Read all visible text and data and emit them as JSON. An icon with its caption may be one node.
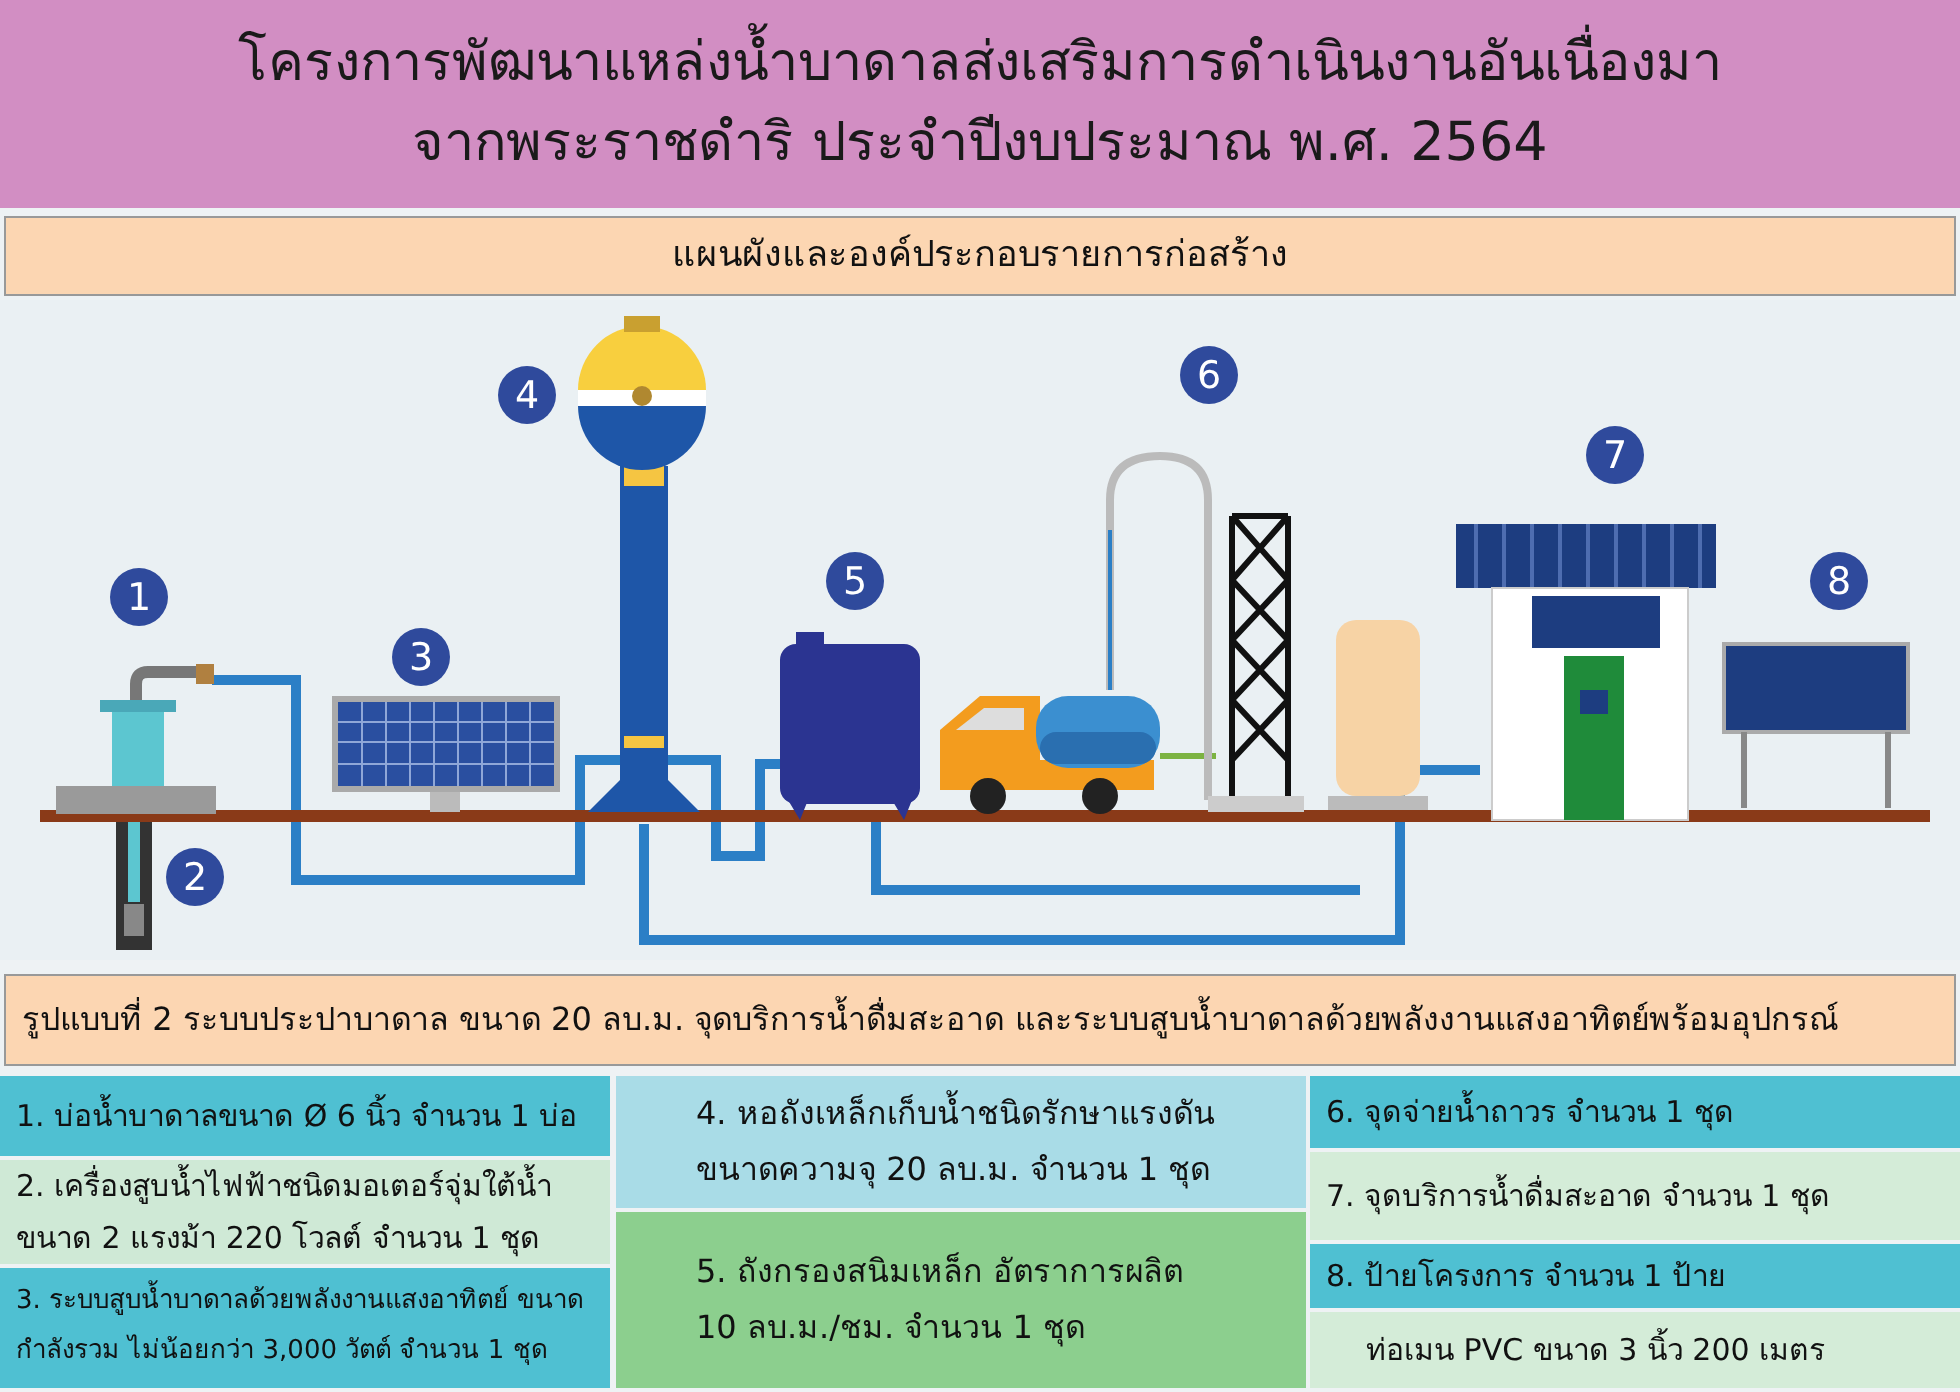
{
  "diagram": {
    "title": "โครงการพัฒนาแหล่งน้ำบาดาลส่งเสริมการดำเนินงานอันเนื่องมาจากพระราชดำริ ประจำปีงบประมาณ พ.ศ. 2564",
    "nodes": [
      {
        "text": [
          "แผนผังและองค์ประกอบรายการก่อสร้าง"
        ]
      },
      {
        "text": [
          "1"
        ]
      },
      {
        "text": [
          "2"
        ]
      },
      {
        "text": [
          "3"
        ]
      },
      {
        "text": [
          "4"
        ]
      },
      {
        "text": [
          "5"
        ]
      },
      {
        "text": [
          "6"
        ]
      },
      {
        "text": [
          "7"
        ]
      },
      {
        "text": [
          "8"
        ]
      },
      {
        "text": [
          "รูปแบบที่ 2 ระบบประปาบาดาล ขนาด 20 ลบ.ม. จุดบริการน้ำดื่มสะอาด และระบบสูบน้ำบาดาลด้วยพลังงานแสงอาทิตย์พร้อมอุปกรณ์"
        ]
      },
      {
        "text": [
          "1. บ่อน้ำบาดาลขนาด Ø 6 นิ้ว จำนวน 1 บ่อ"
        ]
      },
      {
        "text": [
          "2. เครื่องสูบน้ำไฟฟ้าชนิดมอเตอร์จุ่มใต้น้ำ ขนาด 2 แรงม้า 220 โวลต์ จำนวน 1 ชุด"
        ]
      },
      {
        "text": [
          "3. ระบบสูบน้ำบาดาลด้วยพลังงานแสงอาทิตย์ ขนาด กำลังรวม ไม่น้อยกว่า 3,000 วัตต์ จำนวน 1 ชุด"
        ]
      },
      {
        "text": [
          "4. หอถังเหล็กเก็บน้ำชนิดรักษาแรงดัน ขนาดความจุ 20 ลบ.ม. จำนวน 1 ชุด"
        ]
      },
      {
        "text": [
          "5. ถังกรองสนิมเหล็ก อัตราการผลิต 10 ลบ.ม./ชม. จำนวน 1 ชุด"
        ]
      },
      {
        "text": [
          "6. จุดจ่ายน้ำถาวร จำนวน 1 ชุด"
        ]
      },
      {
        "text": [
          "7. จุดบริการน้ำดื่มสะอาด จำนวน 1 ชุด"
        ]
      },
      {
        "text": [
          "8. ป้ายโครงการ จำนวน 1 ป้าย"
        ]
      },
      {
        "text": [
          "ท่อเมน PVC ขนาด 3 นิ้ว 200 เมตร"
        ]
      }
    ]
  }
}
